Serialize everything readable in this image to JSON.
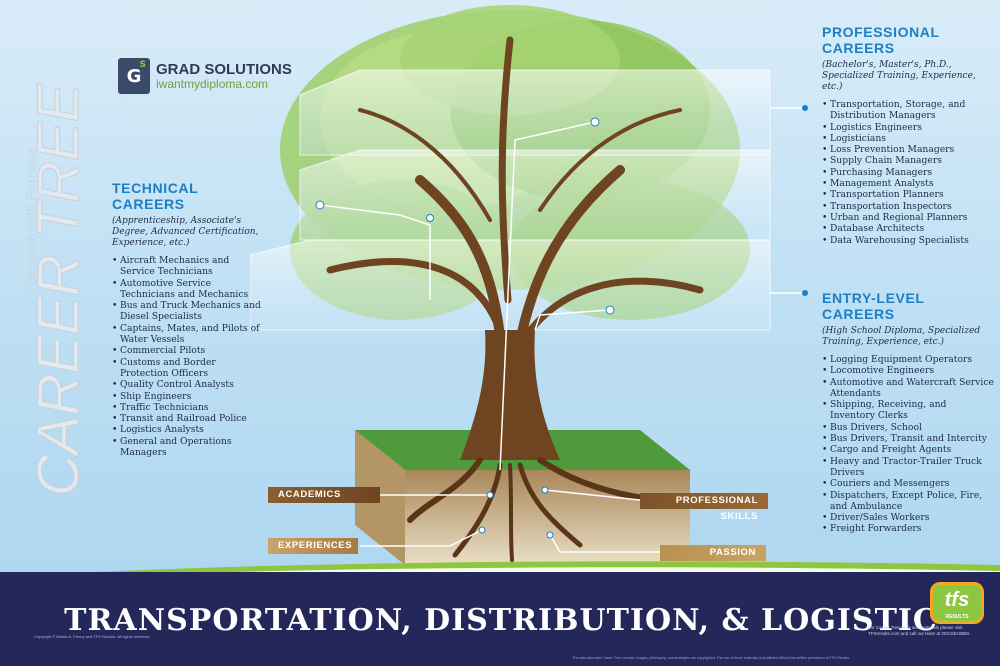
{
  "poster": {
    "brand_side": {
      "tagline": "Education with Purpose.",
      "title": "CAREER TREE"
    },
    "logo": {
      "badge": "G",
      "badge_sup": "S",
      "name": "GRAD SOLUTIONS",
      "url": "iwantmydiploma.com"
    },
    "technical": {
      "title_line1": "TECHNICAL",
      "title_line2": "CAREERS",
      "subtitle": "(Apprenticeship, Associate's Degree, Advanced Certification, Experience, etc.)",
      "items": [
        "Aircraft Mechanics and Service Technicians",
        "Automotive Service Technicians and Mechanics",
        "Bus and Truck Mechanics and Diesel Specialists",
        "Captains, Mates, and Pilots of Water Vessels",
        "Commercial Pilots",
        "Customs and Border Protection Officers",
        "Quality Control Analysts",
        "Ship Engineers",
        "Traffic Technicians",
        "Transit and Railroad Police",
        "Logistics Analysts",
        "General and Operations Managers"
      ]
    },
    "professional": {
      "title_line1": "PROFESSIONAL",
      "title_line2": "CAREERS",
      "subtitle": "(Bachelor's, Master's, Ph.D., Specialized Training, Experience, etc.)",
      "items": [
        "Transportation, Storage, and Distribution Managers",
        "Logistics Engineers",
        "Logisticians",
        "Loss Prevention Managers",
        "Supply Chain Managers",
        "Purchasing Managers",
        "Management Analysts",
        "Transportation Planners",
        "Transportation Inspectors",
        "Urban and Regional Planners",
        "Database Architects",
        "Data Warehousing Specialists"
      ]
    },
    "entry": {
      "title_line1": "ENTRY-LEVEL",
      "title_line2": "CAREERS",
      "subtitle": "(High School Diploma, Specialized Training, Experience, etc.)",
      "items": [
        "Logging Equipment Operators",
        "Locomotive Engineers",
        "Automotive and Watercraft Service Attendants",
        "Shipping, Receiving, and Inventory Clerks",
        "Bus Drivers, School",
        "Bus Drivers, Transit and Intercity",
        "Cargo and Freight Agents",
        "Heavy and Tractor-Trailer Truck Drivers",
        "Couriers and Messengers",
        "Dispatchers, Except Police, Fire, and Ambulance",
        "Driver/Sales Workers",
        "Freight Forwarders"
      ]
    },
    "roots": {
      "academics": "ACADEMICS",
      "experiences": "EXPERIENCES",
      "skills": "PROFESSIONAL SKILLS",
      "passion": "PASSION"
    },
    "title": "TRANSPORTATION, DISTRIBUTION, & LOGISTIC",
    "copyright": "Copyright © Martin A. Penny and TFS Results. All rights reserved.",
    "footer_note": "For Career Tree tools and materials please visit TFSresults.com and call our team at 203.840.8800.",
    "fine_print": "The education and Career Tree concept, images, philosophy, and strategies are copyrighted. The use of these materials is prohibited without the written permission of TFS Results.",
    "tfs": {
      "mark": "tfs",
      "sub": "RESULTS"
    }
  },
  "colors": {
    "heading_blue": "#1c7fc4",
    "navy_band": "#23275a",
    "leaf_green": "#8dc63f",
    "bark_brown": "#6f4420"
  }
}
